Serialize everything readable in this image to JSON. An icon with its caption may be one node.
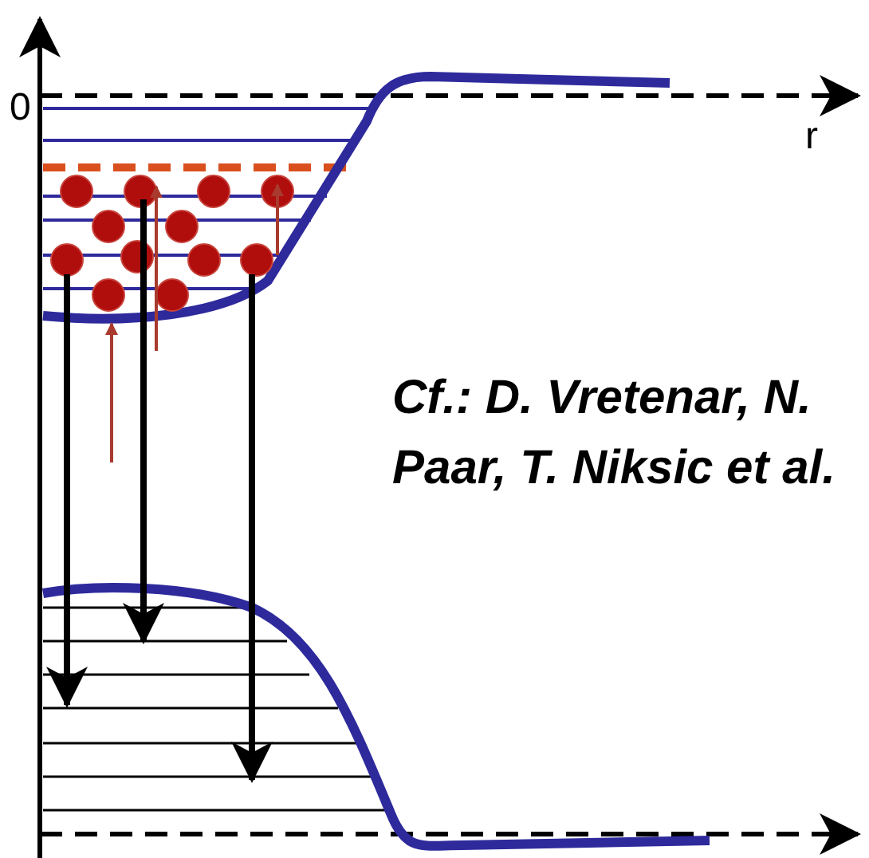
{
  "diagram": {
    "labels": [
      "0",
      "r",
      "Cf.: D. Vretenar, N. Paar, T. Niksic et al."
    ]
  }
}
